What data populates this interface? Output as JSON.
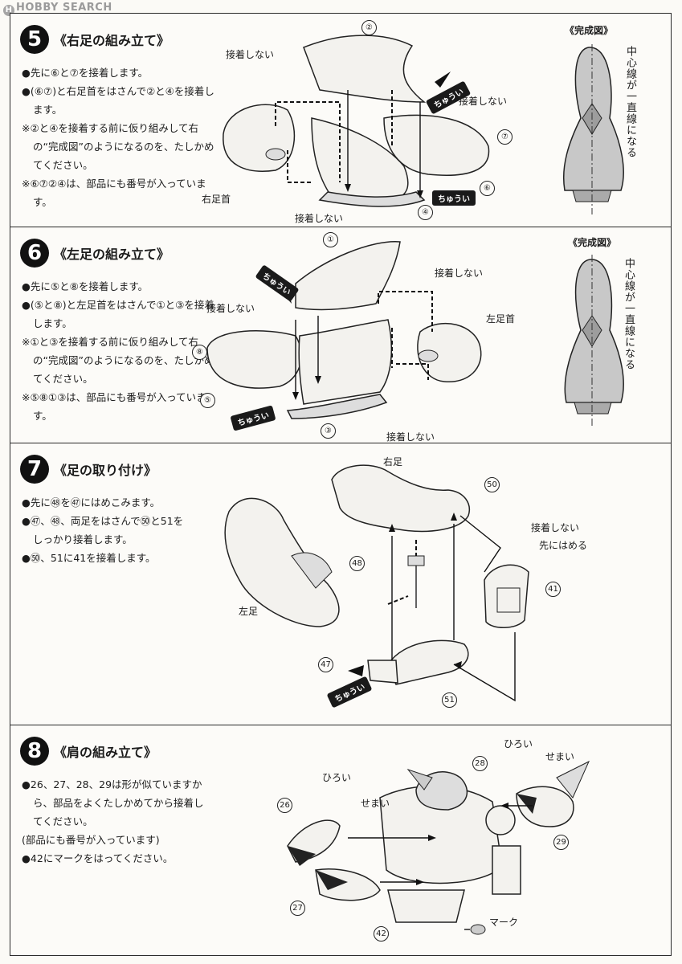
{
  "watermark": "HOBBY SEARCH",
  "step5": {
    "number": "5",
    "title": "《右足の組み立て》",
    "instructions": [
      "●先に⑥と⑦を接着します。",
      "●(⑥⑦)と右足首をはさんで②と④を接着します。",
      "※②と④を接着する前に仮り組みして右の“完成図”のようになるのを、たしかめてください。",
      "※⑥⑦②④は、部品にも番号が入っています。"
    ],
    "labels": {
      "no_glue_top": "接着しない",
      "no_glue_right": "接着しない",
      "no_glue_bottom": "接着しない",
      "ankle": "右足首",
      "caution": "ちゅうい",
      "kansei": "《完成図》",
      "center_line": "中心線が一直線になる",
      "parts": [
        "②",
        "⑦",
        "⑥",
        "④"
      ]
    }
  },
  "step6": {
    "number": "6",
    "title": "《左足の組み立て》",
    "instructions": [
      "●先に⑤と⑧を接着します。",
      "●(⑤と⑧)と左足首をはさんで①と③を接着します。",
      "※①と③を接着する前に仮り組みして右の“完成図”のようになるのを、たしかめてください。",
      "※⑤⑧①③は、部品にも番号が入っています。"
    ],
    "labels": {
      "no_glue_left": "接着しない",
      "no_glue_right": "接着しない",
      "no_glue_bottom": "接着しない",
      "ankle": "左足首",
      "caution": "ちゅうい",
      "kansei": "《完成図》",
      "center_line": "中心線が一直線になる",
      "parts": [
        "①",
        "⑧",
        "⑤",
        "③"
      ]
    }
  },
  "step7": {
    "number": "7",
    "title": "《足の取り付け》",
    "instructions": [
      "●先に㊽を㊼にはめこみます。",
      "●㊼、㊽、両足をはさんで㊿と51をしっかり接着します。",
      "●㊿、51に41を接着します。"
    ],
    "labels": {
      "right_foot": "右足",
      "left_foot": "左足",
      "no_glue": "接着しない",
      "insert_first": "先にはめる",
      "caution": "ちゅうい",
      "parts": [
        "50",
        "48",
        "41",
        "47",
        "51"
      ]
    }
  },
  "step8": {
    "number": "8",
    "title": "《肩の組み立て》",
    "instructions": [
      "●26、27、28、29は形が似ていますから、部品をよくたしかめてから接着してください。",
      "(部品にも番号が入っています)",
      "●42にマークをはってください。"
    ],
    "labels": {
      "wide_left": "ひろい",
      "narrow_left": "せまい",
      "wide_right": "ひろい",
      "narrow_right": "せまい",
      "mark": "マーク",
      "parts": [
        "26",
        "27",
        "28",
        "29",
        "42"
      ]
    }
  }
}
